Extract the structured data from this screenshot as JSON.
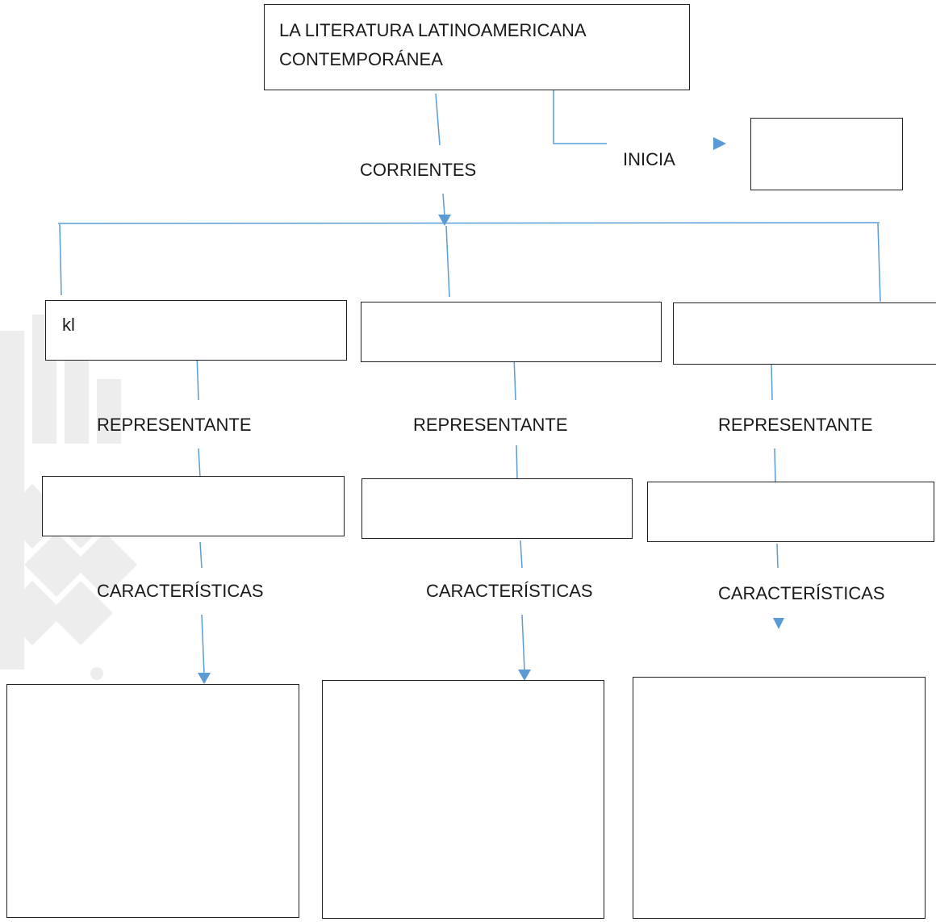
{
  "title_box": {
    "line1": "LA LITERATURA LATINOAMERICANA",
    "line2": "CONTEMPORÁNEA"
  },
  "labels": {
    "corrientes": "CORRIENTES",
    "inicia": "INICIA",
    "representante_1": "REPRESENTANTE",
    "representante_2": "REPRESENTANTE",
    "representante_3": "REPRESENTANTE",
    "caracteristicas_1": "CARACTERÍSTICAS",
    "caracteristicas_2": "CARACTERÍSTICAS",
    "caracteristicas_3": "CARACTERÍSTICAS"
  },
  "boxes": {
    "corriente_1_text": "kl",
    "corriente_2_text": "",
    "corriente_3_text": "",
    "inicia_box_text": ""
  },
  "colors": {
    "connector": "#5b9bd5",
    "border": "#1f1f1f",
    "watermark": "#ececec"
  }
}
